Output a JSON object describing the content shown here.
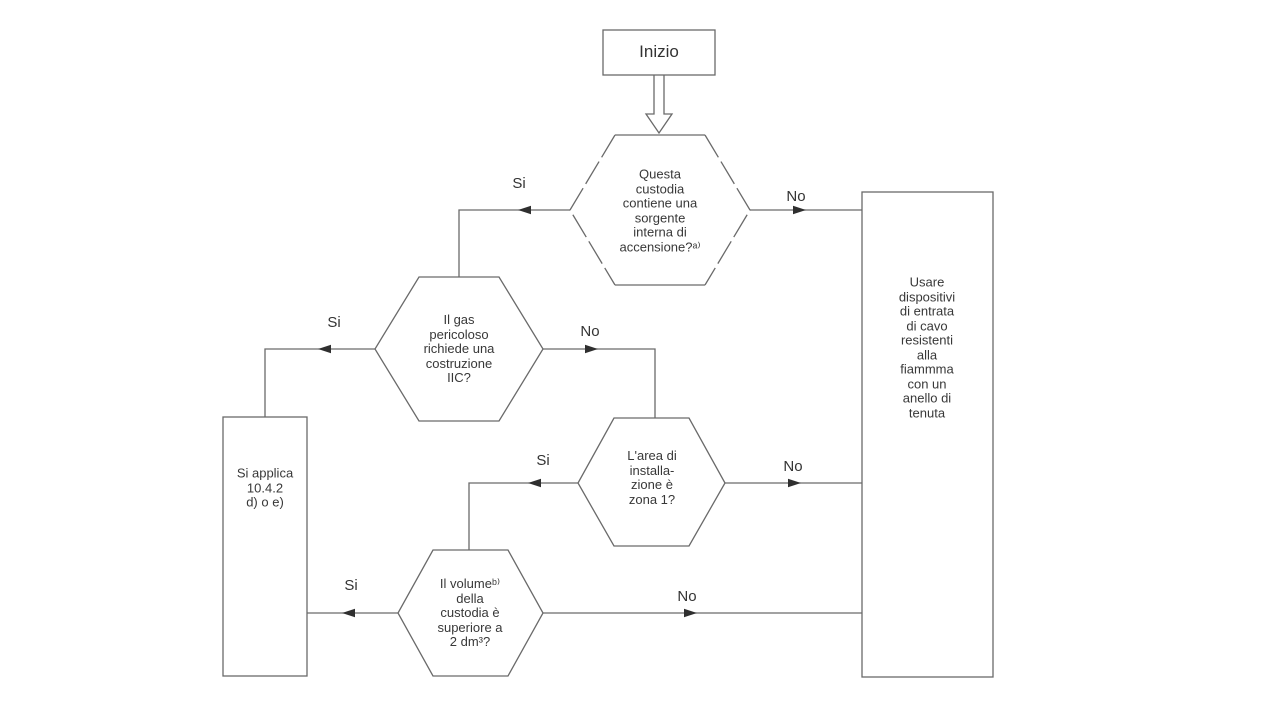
{
  "diagram": {
    "language": "it",
    "nodes": {
      "start": {
        "label": "Inizio"
      },
      "q_ignition": {
        "text": "Questa\ncustodia\ncontiene una\nsorgente\ninterna di\naccensione?ᵃ⁾"
      },
      "q_gas": {
        "text": "Il gas\npericoloso\nrichiede una\ncostruzione\nIIC?"
      },
      "q_zone": {
        "text": "L'area di\ninstalla-\nzione è\nzona 1?"
      },
      "q_volume": {
        "text": "Il volumeᵇ⁾\ndella\ncustodia è\nsuperiore a\n2 dm³?"
      },
      "apply_rule": {
        "text": "Si applica\n10.4.2\nd) o e)"
      },
      "use_devices": {
        "text": "Usare\ndispositivi\ndi entrata\ndi cavo\nresistenti\nalla\nfiammma\ncon un\nanello di\ntenuta"
      }
    },
    "edge_labels": {
      "q_ignition_yes": "Si",
      "q_ignition_no": "No",
      "q_gas_yes": "Si",
      "q_gas_no": "No",
      "q_zone_yes": "Si",
      "q_zone_no": "No",
      "q_volume_yes": "Si",
      "q_volume_no": "No"
    },
    "colors": {
      "background": "#ffffff",
      "line": "#6a6a6a",
      "arrowhead": "#2f2f2f",
      "text": "#383838"
    }
  }
}
